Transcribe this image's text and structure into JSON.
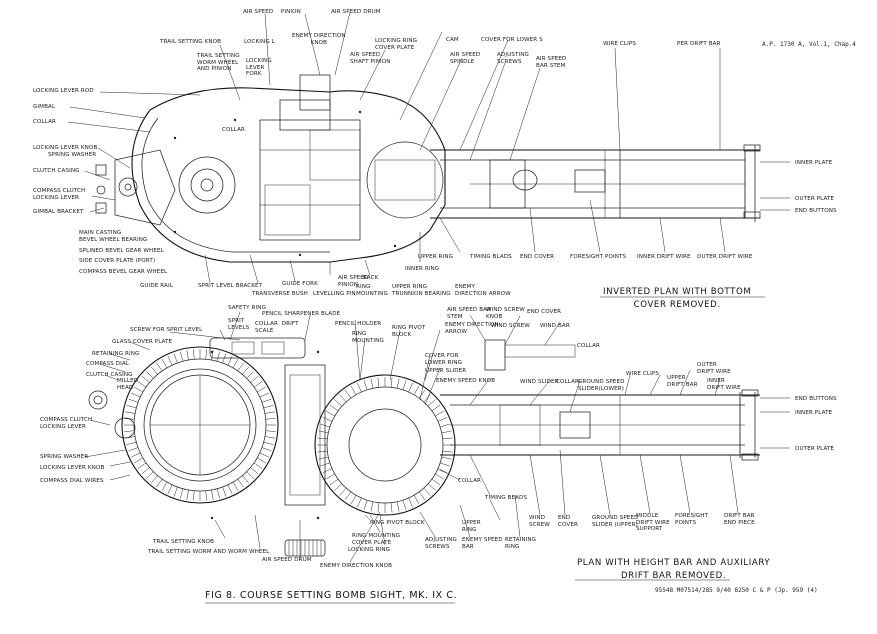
{
  "header_ref": "A.P. 1730 A, Vol.1, Chap.4",
  "top_view": {
    "caption": "INVERTED PLAN WITH BOTTOM\nCOVER REMOVED.",
    "labels": {
      "trail_setting_knob": "TRAIL SETTING KNOB",
      "trail_setting_worm": "TRAIL SETTING\nWORM WHEEL\nAND PINION",
      "locking_l": "LOCKING L",
      "locking_lever_fork": "LOCKING\nLEVER\nFORK",
      "air_speed_pinion": "AIR SPEED    PINION",
      "enemy_direction_knob": "ENEMY DIRECTION\nKNOB",
      "air_speed_drum": "AIR SPEED DRUM",
      "locking_ring_cover_plate": "LOCKING RING\nCOVER PLATE",
      "air_speed_shaft_pinion": "AIR SPEED\nSHAFT PINION",
      "cam": "CAM",
      "air_speed_spindle": "AIR SPEED\nSPINDLE",
      "cover_for_lower": "COVER FOR LOWER S",
      "adjusting_screws": "ADJUSTING\nSCREWS",
      "air_speed_bar_stem": "AIR SPEED\nBAR STEM",
      "wire_clips": "WIRE CLIPS",
      "per_drift_bar": "PER DRIFT BAR",
      "locking_lever_rod": "LOCKING LEVER ROD",
      "gimbal": "GIMBAL",
      "collar_left": "COLLAR",
      "collar_mid": "COLLAR",
      "locking_lever_knob": "LOCKING LEVER KNOB",
      "spring_washer": "SPRING WASHER",
      "clutch_casing": "CLUTCH CASING",
      "compass_clutch_locking_lever": "COMPASS CLUTCH\nLOCKING LEVER",
      "gimbal_bracket": "GIMBAL BRACKET",
      "main_casting": "MAIN CASTING",
      "bevel_wheel_bearing": "BEVEL WHEEL BEARING",
      "splined_bevel_gear": "SPLINED BEVEL GEAR WHEEL",
      "side_cover_plate": "SIDE COVER PLATE (PORT)",
      "compass_bevel_gear": "COMPASS BEVEL GEAR WHEEL",
      "guide_rail": "GUIDE RAIL",
      "sprit_level_bracket": "SPRIT LEVEL BRACKET",
      "guide_fork": "GUIDE FORK",
      "transverse_bush": "TRANSVERSE BUSH",
      "levelling_pin": "LEVELLING PIN",
      "air_speed_pinion_2": "AIR SPEED\nPINION",
      "ring_mounting": "RING\nMOUNTING",
      "rack": "RACK",
      "upper_ring_trunnion": "UPPER RING\nTRUNNION BEARING",
      "enemy_direction_arrow": "ENEMY\nDIRECTION ARROW",
      "inner_ring": "INNER RING",
      "upper_ring": "UPPER RING",
      "timing_blads": "TIMING BLADS",
      "end_cover": "END COVER",
      "foresight_points": "FORESIGHT POINTS",
      "inner_drift_wire": "INNER DRIFT WIRE",
      "outer_drift_wire": "OUTER DRIFT WIRE",
      "inner_plate": "INNER PLATE",
      "outer_plate": "OUTER PLATE",
      "end_buttons": "END BUTTONS"
    }
  },
  "bottom_view": {
    "caption": "PLAN WITH HEIGHT BAR AND AUXILIARY\nDRIFT BAR REMOVED.",
    "labels": {
      "safety_ring": "SAFETY RING",
      "sprit_levels": "SPRIT\nLEVELS",
      "pencil_sharpener": "PENCIL SHARPENER BLADE",
      "collar_drift_scale": "COLLAR  DRIFT\nSCALE",
      "pencil_holder": "PENCIL HOLDER",
      "ring_mounting": "RING\nMOUNTING",
      "ring_pivot_block_top": "RING PIVOT\nBLOCK",
      "air_speed_bar_stem": "AIR SPEED BAR\nSTEM",
      "wind_screw_knob": "WIND SCREW\nKNOB",
      "end_cover_top": "END COVER",
      "wind_screw": "WIND SCREW",
      "wind_bar": "WIND BAR",
      "enemy_direction_arrow": "ENEMY DIRECTION\nARROW",
      "collar_right": "COLLAR",
      "screw_for_sprit_level": "SCREW FOR SPRIT LEVEL",
      "glass_cover_plate": "GLASS COVER PLATE",
      "retaining_ring_left": "RETAINING RING",
      "compass_dial": "COMPASS DIAL",
      "clutch_casing": "CLUTCH CASING",
      "milled_head": "MILLED\nHEAD",
      "cover_for_lower_ring": "COVER FOR\nLOWER RING",
      "upper_slider": "UPPER SLIDER",
      "enemy_speed_knob": "ENEMY SPEED KNOB",
      "wind_slider": "WIND SLIDER",
      "collar_mid": "COLLAR",
      "ground_speed_slider_lower": "GROUND SPEED\nSLIDER(LOWER)",
      "wire_clips": "WIRE CLIPS",
      "upper_drift_bar": "UPPER\nDRIFT BAR",
      "outer_drift_wire": "OUTER\nDRIFT WIRE",
      "inner_drift_wire": "INNER\nDRIFT WIRE",
      "end_buttons": "END BUTTONS",
      "inner_plate": "INNER PLATE",
      "outer_plate": "OUTER PLATE",
      "compass_clutch_locking_lever": "COMPASS CLUTCH\nLOCKING LEVER",
      "spring_washer": "SPRING WASHER",
      "locking_lever_knob": "LOCKING LEVER KNOB",
      "compass_dial_wires": "COMPASS DIAL WIRES",
      "collar_low": "COLLAR",
      "timing_beads": "TIMING BEADS",
      "wind_screw_low": "WIND\nSCREW",
      "end_cover_low": "END\nCOVER",
      "ground_speed_slider_upper": "GROUND SPEED\nSLIDER (UPPER)",
      "middle_drift_wire_support": "MIDDLE\nDRIFT WIRE\nSUPPORT",
      "foresight_points": "FORESIGHT\nPOINTS",
      "drift_bar_end_piece": "DRIFT BAR\nEND PIECE",
      "trail_setting_knob": "TRAIL SETTING KNOB",
      "trail_setting_worm": "TRAIL SETTING WORM AND WORM WHEEL",
      "air_speed_drum": "AIR SPEED DRUM",
      "ring_pivot_block": "RING PIVOT BLOCK",
      "ring_mounting_cover": "RING MOUNTING\nCOVER PLATE",
      "locking_ring": "LOCKING RING",
      "adjusting_screws": "ADJUSTING\nSCREWS",
      "enemy_speed_bar": "ENEMY SPEED\nBAR",
      "upper_ring": "UPPER\nRING",
      "retaining_ring": "RETAINING\nRING",
      "enemy_direction_knob": "ENEMY DIRECTION KNOB"
    }
  },
  "figure_title": "FIG 8. COURSE    SETTING BOMB SIGHT, MK. IX C.",
  "print_ref": "95548  M07514/285  9/40  8250  C & P  (Jp. 959 (4)"
}
